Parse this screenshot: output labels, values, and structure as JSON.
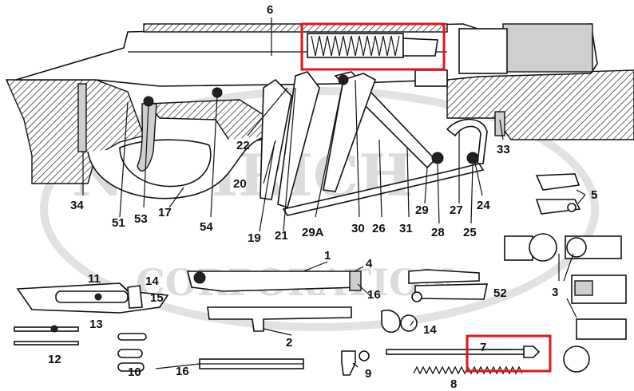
{
  "diagram": {
    "watermark": {
      "brand_line1": "NUMRICH",
      "brand_line2": "CORPORATION"
    },
    "highlight_color": "#e0161b",
    "callouts": {
      "p1": "1",
      "p2": "2",
      "p3": "3",
      "p4": "4",
      "p5": "5",
      "p6": "6",
      "p7": "7",
      "p8": "8",
      "p9": "9",
      "p10": "10",
      "p11": "11",
      "p12": "12",
      "p13": "13",
      "p14a": "14",
      "p14b": "14",
      "p15": "15",
      "p16a": "16",
      "p16b": "16",
      "p17": "17",
      "p19": "19",
      "p20": "20",
      "p21": "21",
      "p22": "22",
      "p24": "24",
      "p25": "25",
      "p26": "26",
      "p27": "27",
      "p28": "28",
      "p29": "29",
      "p29a": "29A",
      "p30": "30",
      "p31": "31",
      "p33": "33",
      "p34": "34",
      "p51": "51",
      "p52": "52",
      "p53": "53",
      "p54": "54"
    }
  }
}
